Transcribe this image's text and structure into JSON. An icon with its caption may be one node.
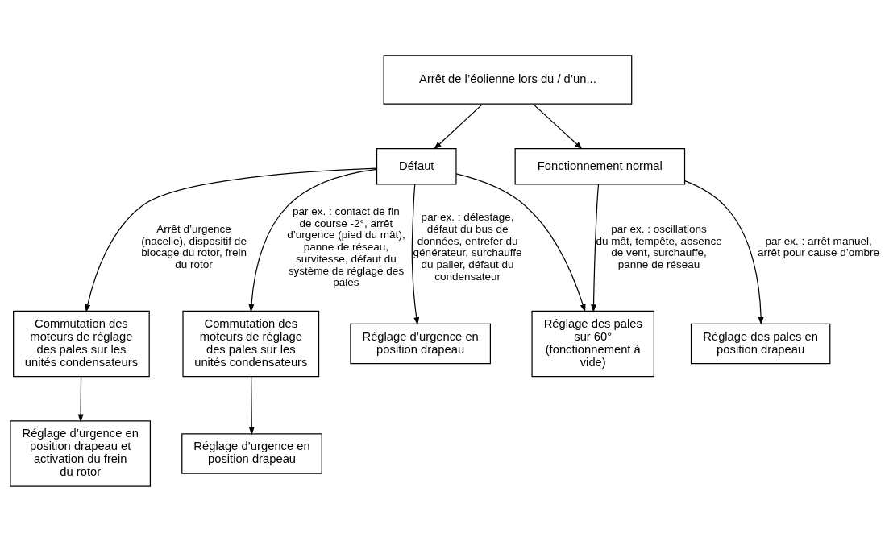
{
  "diagram": {
    "nodes": [
      {
        "text": [
          "Arrêt de l’éolienne lors du / d’un..."
        ]
      },
      {
        "text": [
          "Défaut"
        ]
      },
      {
        "text": [
          "Fonctionnement normal"
        ]
      },
      {
        "text": [
          "Commutation des moteurs de réglage des pales sur les unités condensateurs"
        ]
      },
      {
        "text": [
          "Commutation des moteurs de réglage des pales sur les unités condensateurs"
        ]
      },
      {
        "text": [
          "Réglage d’urgence en position drapeau et activation du frein du rotor"
        ]
      },
      {
        "text": [
          "Réglage d’urgence en position drapeau"
        ]
      },
      {
        "text": [
          "Réglage d’urgence en position drapeau"
        ]
      },
      {
        "text": [
          "Réglage des pales sur 60° (fonctionnement à vide)"
        ]
      },
      {
        "text": [
          "Réglage des pales en position drapeau"
        ]
      }
    ],
    "edges": [
      {
        "from": 0,
        "to": 1,
        "arrow": "to"
      },
      {
        "from": 0,
        "to": 2,
        "arrow": "to"
      },
      {
        "from": 1,
        "to": 3,
        "arrow": "to",
        "label": "Arrêt d’urgence (nacelle), dispositif de blocage du rotor, frein du rotor"
      },
      {
        "from": 1,
        "to": 4,
        "arrow": "to",
        "label": "par ex. : contact de fin de course -2°, arrêt d’urgence (pied du mât), panne de réseau, survitesse, défaut du système de réglage des pales"
      },
      {
        "from": 1,
        "to": 7,
        "arrow": "to",
        "label": "par ex. : délestage, défaut du bus de données, entrefer du générateur, surchauffe du palier, défaut du condensateur"
      },
      {
        "from": 1,
        "to": 8,
        "arrow": "to"
      },
      {
        "from": 2,
        "to": 8,
        "arrow": "to",
        "label": "par ex. : oscillations du mât, tempête, absence de vent, surchauffe, panne de réseau"
      },
      {
        "from": 2,
        "to": 9,
        "arrow": "to",
        "label": "par ex. : arrêt manuel, arrêt pour cause d’ombre"
      },
      {
        "from": 3,
        "to": 5,
        "arrow": "to"
      },
      {
        "from": 4,
        "to": 6,
        "arrow": "to"
      }
    ]
  }
}
